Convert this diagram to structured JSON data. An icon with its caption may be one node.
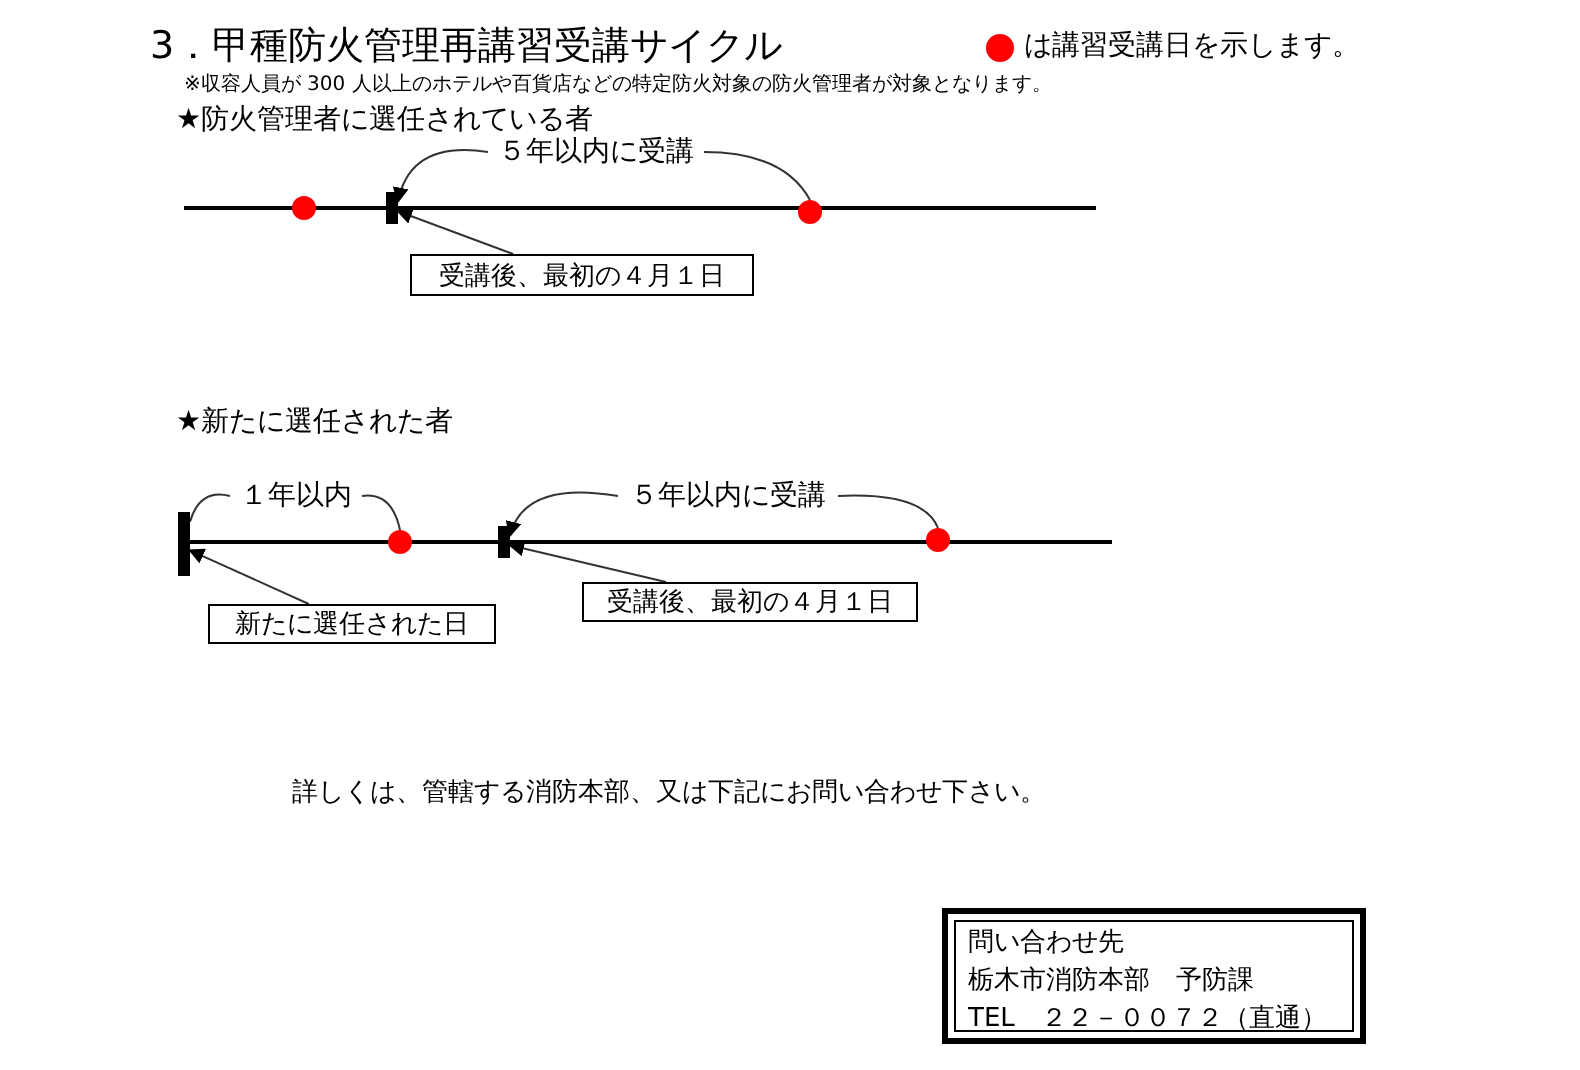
{
  "diagram": {
    "title": "3．甲種防火管理再講習受講サイクル",
    "nodes": [
      {
        "text": [],
        "shape": "circle"
      },
      {
        "text": [],
        "shape": "bar"
      },
      {
        "text": [
          "５年以内に受講"
        ]
      },
      {
        "text": [],
        "shape": "circle"
      },
      {
        "text": [
          "受講後、最初の４月１日"
        ]
      },
      {
        "text": [],
        "shape": "bar"
      },
      {
        "text": [
          "１年以内"
        ]
      },
      {
        "text": [],
        "shape": "circle"
      },
      {
        "text": [],
        "shape": "bar"
      },
      {
        "text": [
          "５年以内に受講"
        ]
      },
      {
        "text": [],
        "shape": "circle"
      },
      {
        "text": [
          "新たに選任された日"
        ]
      },
      {
        "text": [
          "受講後、最初の４月１日"
        ]
      },
      {
        "text": [
          "問い合わせ先",
          "栃木市消防本部　予防課",
          "TEL　２２－００７２（直通）"
        ]
      }
    ],
    "edges": [
      {
        "from": 2,
        "to": 1,
        "arrow": "to"
      },
      {
        "from": 2,
        "to": 3,
        "arrow": "none"
      },
      {
        "from": 4,
        "to": 1,
        "arrow": "to"
      },
      {
        "from": 6,
        "to": 5,
        "arrow": "none"
      },
      {
        "from": 6,
        "to": 7,
        "arrow": "none"
      },
      {
        "from": 9,
        "to": 8,
        "arrow": "to"
      },
      {
        "from": 9,
        "to": 10,
        "arrow": "none"
      },
      {
        "from": 11,
        "to": 5,
        "arrow": "to"
      },
      {
        "from": 12,
        "to": 8,
        "arrow": "to"
      }
    ],
    "labels": [
      "※収容人員が 300 人以上のホテルや百貨店などの特定防火対象の防火管理者が対象となります。",
      "★防火管理者に選任されている者",
      "★新たに選任された者",
      "詳しくは、管轄する消防本部、又は下記にお問い合わせ下さい。"
    ],
    "legend": [
      {
        "text": "は講習受講日を示します。",
        "color": "#ff0000"
      }
    ]
  }
}
